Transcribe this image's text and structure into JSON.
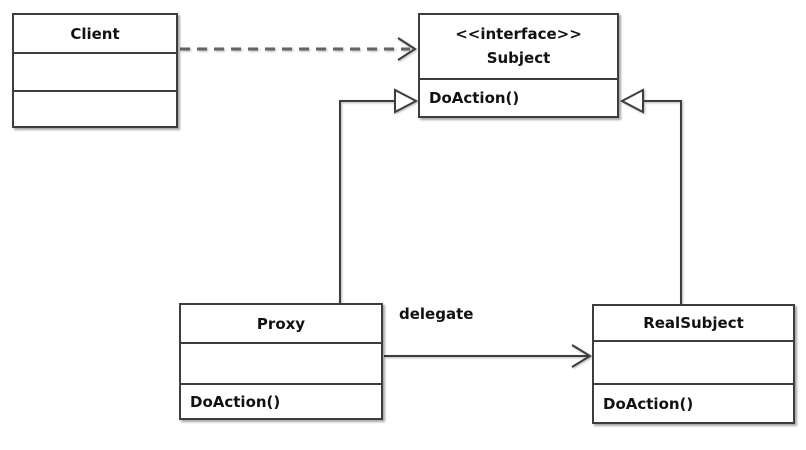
{
  "diagram": {
    "background_color": "#ffffff",
    "line_color": "#3d3d3d",
    "dashed_line_color": "#646464",
    "text_color": "#111111"
  },
  "classes": {
    "client": {
      "name": "Client"
    },
    "subject": {
      "stereotype": "<<interface>>",
      "name": "Subject",
      "methods": [
        "DoAction()"
      ]
    },
    "proxy": {
      "name": "Proxy",
      "methods": [
        "DoAction()"
      ]
    },
    "realSubject": {
      "name": "RealSubject",
      "methods": [
        "DoAction()"
      ]
    }
  },
  "relationships": {
    "proxy_to_realSubject": {
      "label": "delegate"
    }
  }
}
